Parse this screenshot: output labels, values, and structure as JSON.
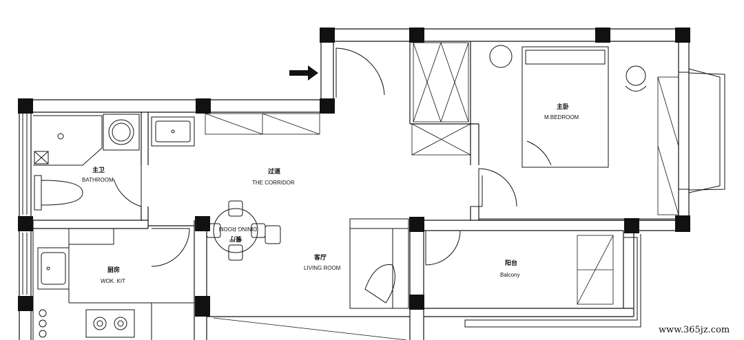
{
  "rooms": {
    "bathroom": {
      "cn": "主卫",
      "en": "BATHROOM"
    },
    "corridor": {
      "cn": "过道",
      "en": "THE CORRIDOR"
    },
    "master_bedroom": {
      "cn": "主卧",
      "en": "M.BEDROOM"
    },
    "dining_room": {
      "cn": "餐厅",
      "en": "DINING ROOM"
    },
    "living_room": {
      "cn": "客厅",
      "en": "LIVING ROOM"
    },
    "kitchen": {
      "cn": "厨房",
      "en": "WOK. KIT"
    },
    "balcony": {
      "cn": "阳台",
      "en": "Balcony"
    }
  },
  "watermark": "www.365jz.com",
  "icons": [
    "entrance-arrow-icon",
    "toilet-icon",
    "washing-machine-icon",
    "sink-icon",
    "bed-icon",
    "chair-icon",
    "dining-table-icon",
    "sofa-icon",
    "stove-icon"
  ]
}
